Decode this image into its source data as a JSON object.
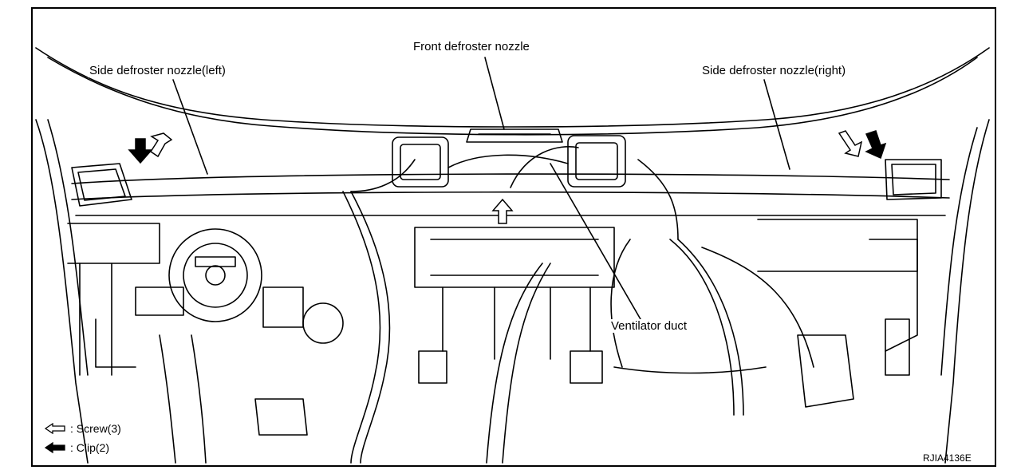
{
  "callouts": {
    "side_left": "Side defroster nozzle(left)",
    "front": "Front defroster nozzle",
    "side_right": "Side defroster nozzle(right)",
    "ventilator": "Ventilator duct"
  },
  "legend": {
    "screw": ": Screw(3)",
    "clip": ": Clip(2)",
    "screw_icon": "hollow-arrow-icon",
    "clip_icon": "solid-arrow-icon"
  },
  "figure_code": "RJIA4136E"
}
